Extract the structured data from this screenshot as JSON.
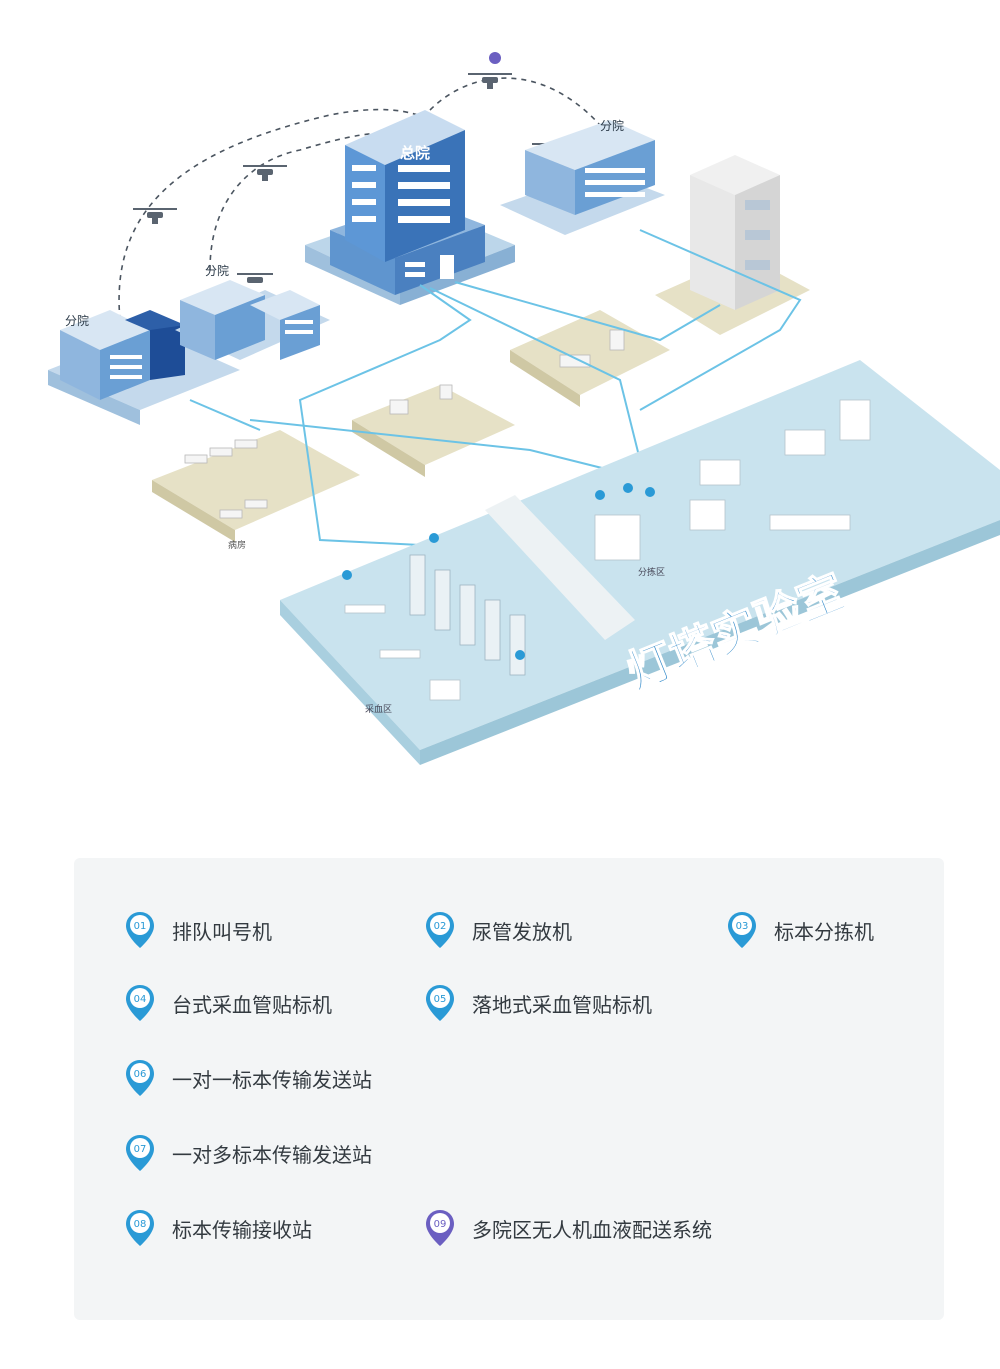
{
  "map_labels": {
    "main_hospital": "总院",
    "branch_left": "分院",
    "branch_mid": "分院",
    "branch_right": "分院",
    "ward": "病房",
    "lab_title": "灯塔实验室",
    "sorting_room": "分拣区",
    "collection_area": "采血区"
  },
  "colors": {
    "accent": "#3aa6dc",
    "pin_blue": "#2a9ad6",
    "pin_purple": "#6b5fc1",
    "building": "#4a86c8",
    "floor_lab": "#c9e3ee",
    "floor_room": "#e6e1c6"
  },
  "legend": {
    "items": [
      {
        "num": "01",
        "label": "排队叫号机",
        "icon": "location-pin-icon",
        "color": "#2a9ad6"
      },
      {
        "num": "02",
        "label": "尿管发放机",
        "icon": "location-pin-icon",
        "color": "#2a9ad6"
      },
      {
        "num": "03",
        "label": "标本分拣机",
        "icon": "location-pin-icon",
        "color": "#2a9ad6"
      },
      {
        "num": "04",
        "label": "台式采血管贴标机",
        "icon": "location-pin-icon",
        "color": "#2a9ad6"
      },
      {
        "num": "05",
        "label": "落地式采血管贴标机",
        "icon": "location-pin-icon",
        "color": "#2a9ad6"
      },
      {
        "num": "06",
        "label": "一对一标本传输发送站",
        "icon": "location-pin-icon",
        "color": "#2a9ad6"
      },
      {
        "num": "07",
        "label": "一对多标本传输发送站",
        "icon": "location-pin-icon",
        "color": "#2a9ad6"
      },
      {
        "num": "08",
        "label": "标本传输接收站",
        "icon": "location-pin-icon",
        "color": "#2a9ad6"
      },
      {
        "num": "09",
        "label": "多院区无人机血液配送系统",
        "icon": "location-pin-icon",
        "color": "#6b5fc1"
      }
    ]
  }
}
